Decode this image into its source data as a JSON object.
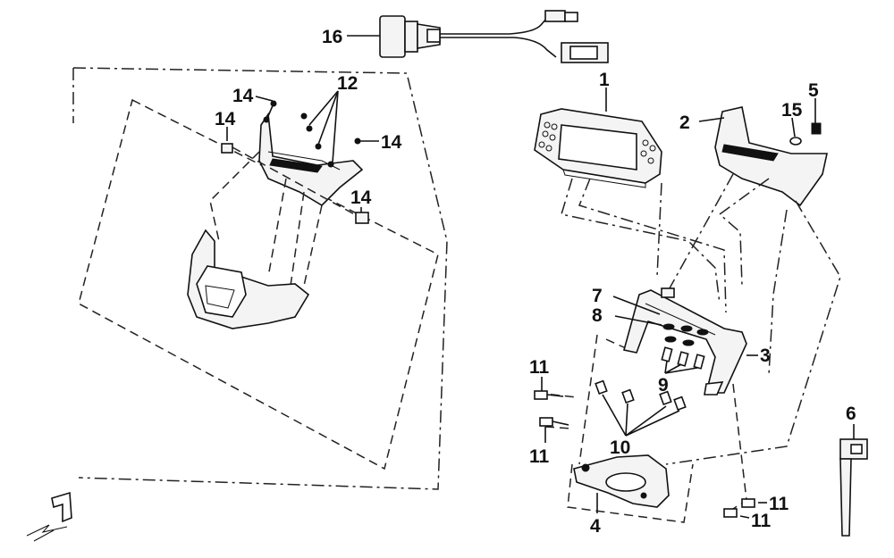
{
  "callouts": {
    "c1": "1",
    "c2": "2",
    "c3": "3",
    "c4": "4",
    "c5": "5",
    "c6": "6",
    "c7": "7",
    "c8": "8",
    "c9": "9",
    "c10": "10",
    "c11a": "11",
    "c11b": "11",
    "c11c": "11",
    "c11d": "11",
    "c12": "12",
    "c14a": "14",
    "c14b": "14",
    "c14c": "14",
    "c14d": "14",
    "c15": "15",
    "c16": "16"
  },
  "icons": {
    "front_direction": "front-arrow-icon"
  }
}
